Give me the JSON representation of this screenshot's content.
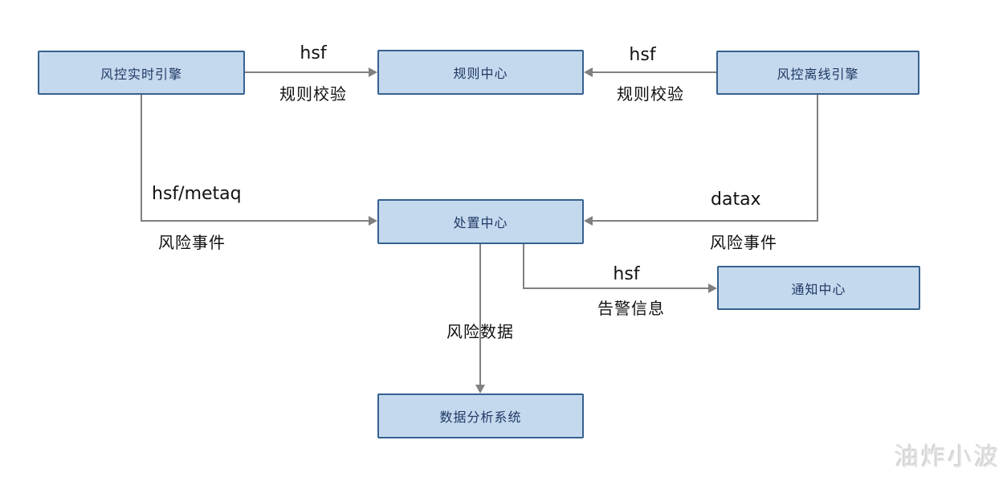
{
  "diagram": {
    "nodes": {
      "realtime_engine": {
        "label": "风控实时引擎"
      },
      "rule_center": {
        "label": "规则中心"
      },
      "offline_engine": {
        "label": "风控离线引擎"
      },
      "disposal_center": {
        "label": "处置中心"
      },
      "notify_center": {
        "label": "通知中心"
      },
      "data_analysis": {
        "label": "数据分析系统"
      }
    },
    "edges": {
      "realtime_to_rule": {
        "protocol": "hsf",
        "desc": "规则校验"
      },
      "offline_to_rule": {
        "protocol": "hsf",
        "desc": "规则校验"
      },
      "realtime_to_disposal": {
        "protocol": "hsf/metaq",
        "desc": "风险事件"
      },
      "offline_to_disposal": {
        "protocol": "datax",
        "desc": "风险事件"
      },
      "disposal_to_notify": {
        "protocol": "hsf",
        "desc": "告警信息"
      },
      "disposal_to_analysis": {
        "desc": "风险数据"
      }
    },
    "watermark": "油炸小波",
    "colors": {
      "node_fill": "#c5d9ee",
      "node_border": "#35618f",
      "node_text": "#1f3864",
      "connector": "#808080",
      "label_text": "#111111",
      "watermark": "#dedede"
    }
  }
}
